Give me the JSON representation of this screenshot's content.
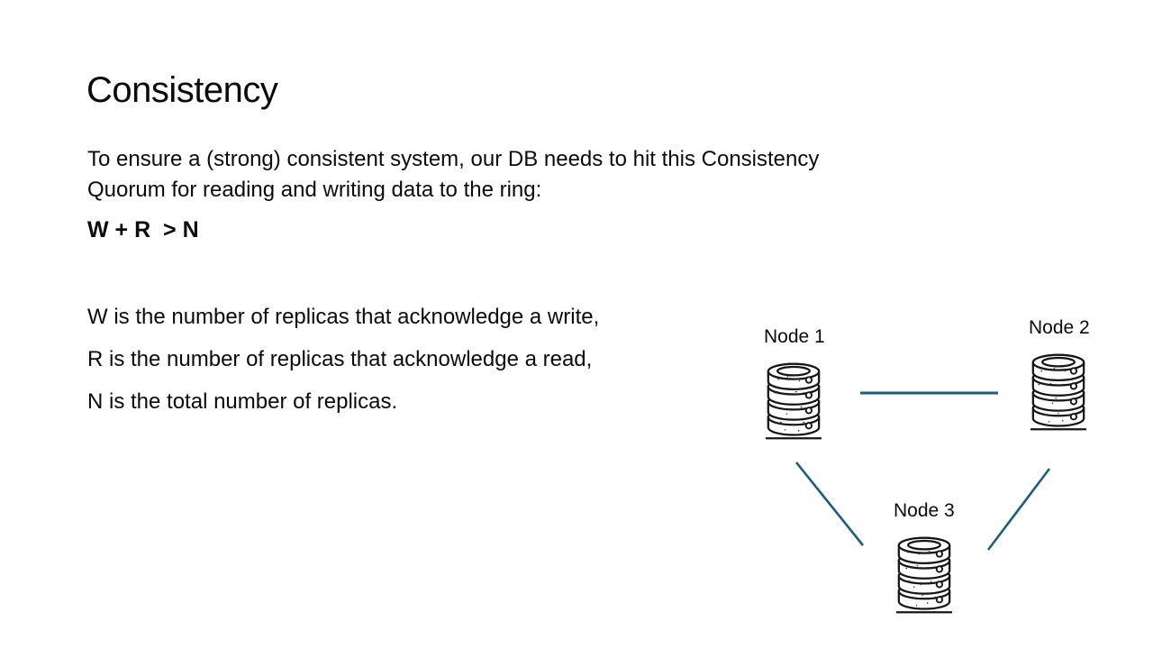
{
  "slide": {
    "title": "Consistency",
    "intro": "To ensure a (strong) consistent system, our DB needs to hit this Consistency Quorum for reading and writing data to the ring:",
    "formula": "W + R  > N",
    "definitions": [
      "W is the number of replicas that acknowledge a write,",
      "R is the number of replicas that acknowledge a read,",
      "N is the total number of replicas."
    ]
  },
  "diagram": {
    "nodes": [
      {
        "label": "Node 1"
      },
      {
        "label": "Node 2"
      },
      {
        "label": "Node 3"
      }
    ],
    "icon": "database-icon",
    "line_color": "#1f5d7f",
    "icon_stroke_color": "#161616"
  }
}
